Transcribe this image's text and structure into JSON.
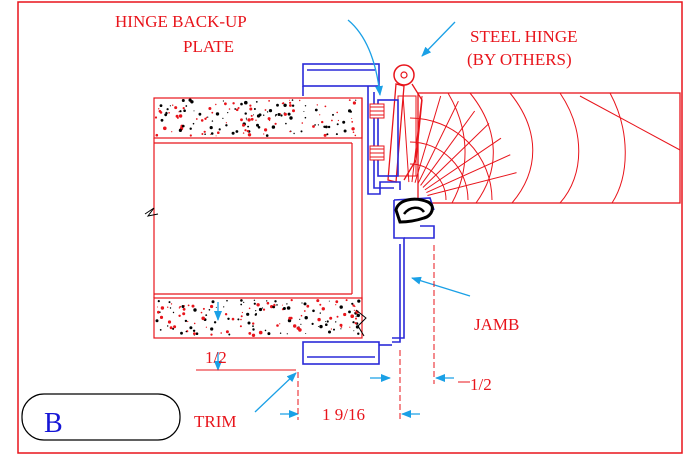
{
  "labels": {
    "hinge_backup_line1": "HINGE BACK-UP",
    "hinge_backup_line2": "PLATE",
    "steel_hinge_line1": "STEEL HINGE",
    "steel_hinge_line2": "(BY OTHERS)",
    "jamb": "JAMB",
    "trim": "TRIM",
    "dim_left": "1/2",
    "dim_right": "1/2",
    "dim_bottom": "1 9/16",
    "detail_id": "B"
  },
  "colors": {
    "annotation": "#e8141b",
    "frame": "#2a2ad8",
    "leader": "#1aa0e6",
    "dark": "#000000",
    "detail_text": "#1616d6",
    "background": "#ffffff"
  }
}
